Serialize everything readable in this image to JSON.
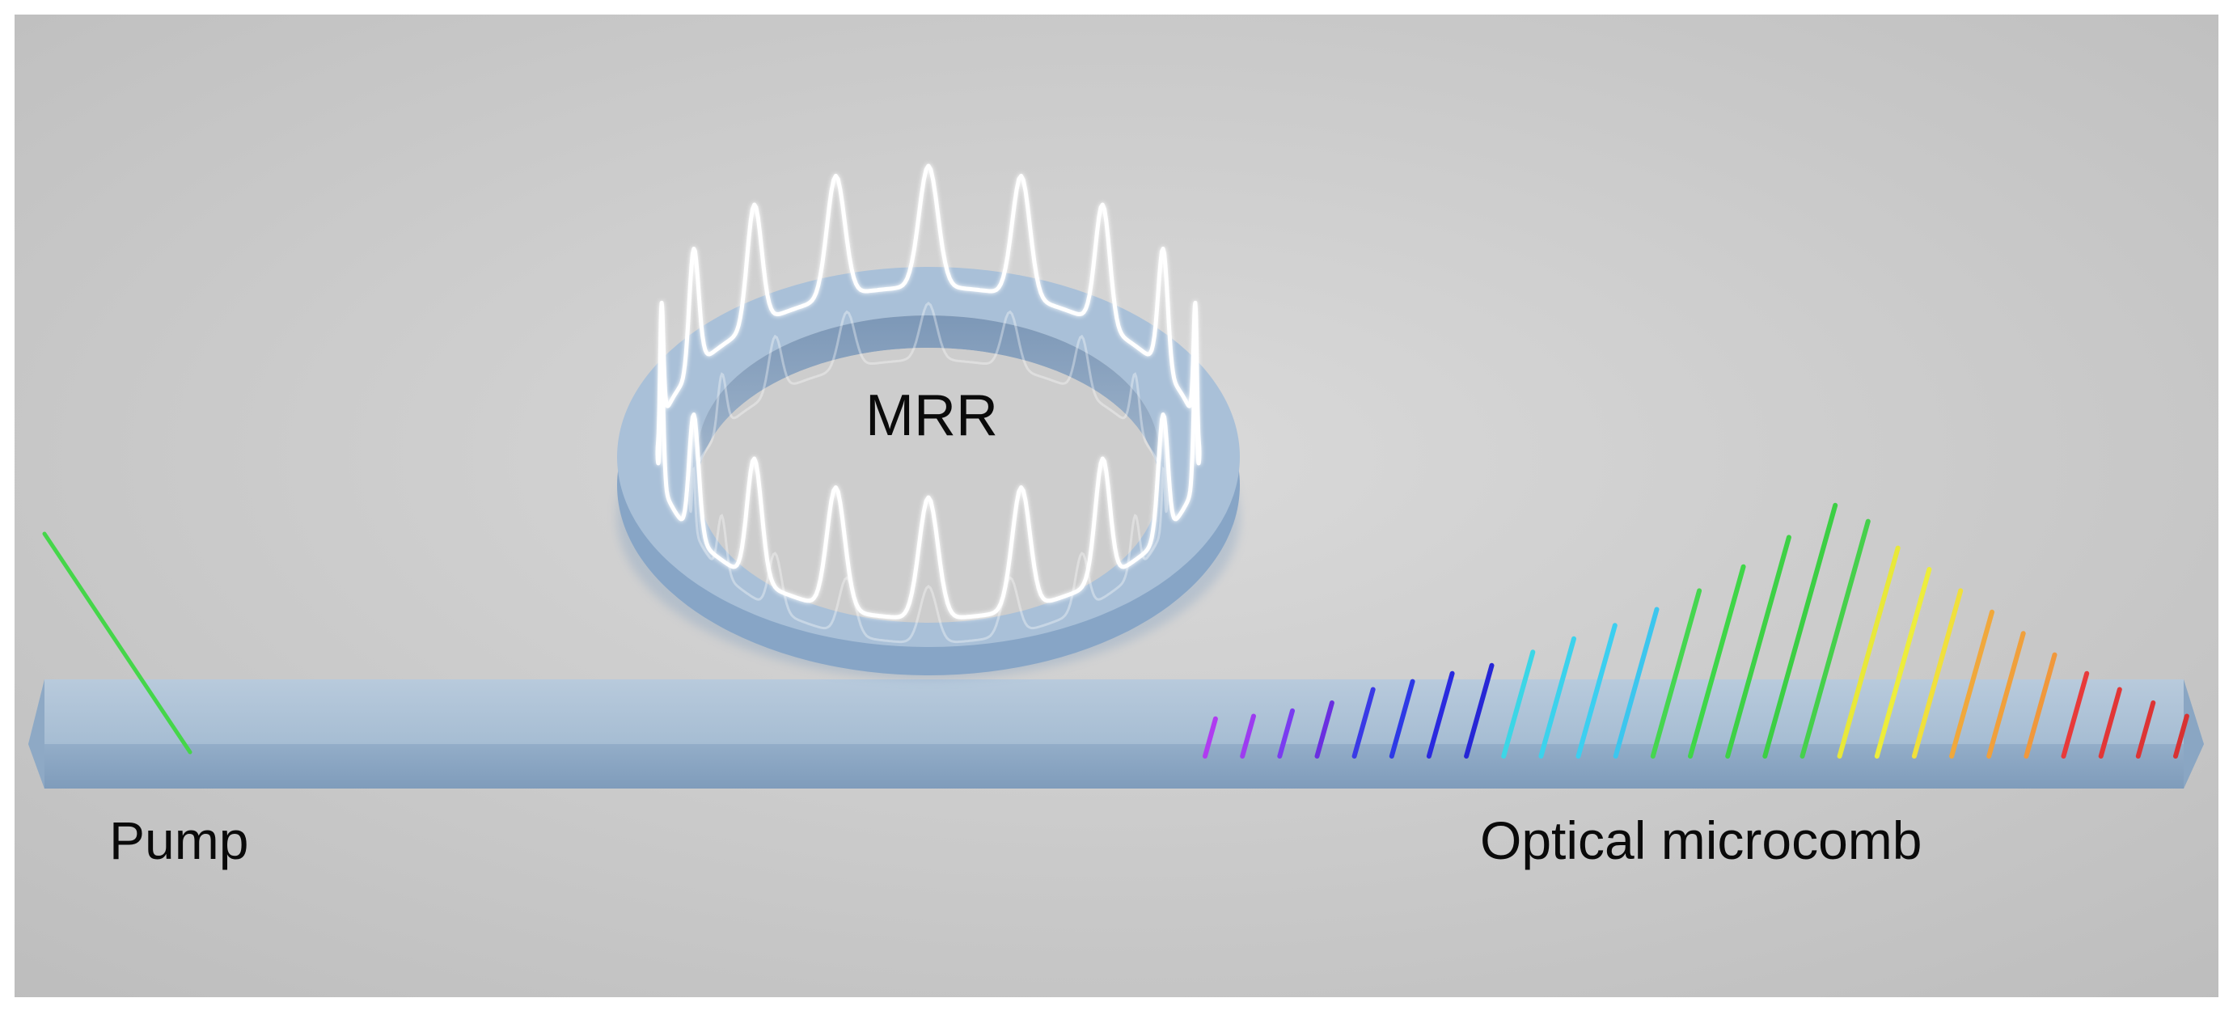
{
  "labels": {
    "ring": "MRR",
    "pump": "Pump",
    "comb": "Optical microcomb"
  },
  "colors": {
    "background": "#c6c6c6",
    "waveguide": "#a9bfd5",
    "pump_line": "#45d64a",
    "soliton": "#ffffff"
  },
  "comb_lines": [
    {
      "color": "#b03cf0",
      "height": 0.14
    },
    {
      "color": "#9d3cf0",
      "height": 0.15
    },
    {
      "color": "#7a3cf0",
      "height": 0.17
    },
    {
      "color": "#6a2fe0",
      "height": 0.2
    },
    {
      "color": "#3a3ae6",
      "height": 0.25
    },
    {
      "color": "#2d3ae6",
      "height": 0.28
    },
    {
      "color": "#2a2adf",
      "height": 0.31
    },
    {
      "color": "#2626d6",
      "height": 0.34
    },
    {
      "color": "#3cd6e6",
      "height": 0.39
    },
    {
      "color": "#3cd2ec",
      "height": 0.44
    },
    {
      "color": "#3ccff0",
      "height": 0.49
    },
    {
      "color": "#3cc6ee",
      "height": 0.55
    },
    {
      "color": "#46d650",
      "height": 0.62
    },
    {
      "color": "#3fd648",
      "height": 0.71
    },
    {
      "color": "#3ed146",
      "height": 0.82
    },
    {
      "color": "#3ccf44",
      "height": 0.94
    },
    {
      "color": "#46d04c",
      "height": 0.88
    },
    {
      "color": "#e8e83a",
      "height": 0.78
    },
    {
      "color": "#eded3c",
      "height": 0.7
    },
    {
      "color": "#f0e03c",
      "height": 0.62
    },
    {
      "color": "#f0a83c",
      "height": 0.54
    },
    {
      "color": "#f0a03c",
      "height": 0.46
    },
    {
      "color": "#f0983c",
      "height": 0.38
    },
    {
      "color": "#e83a3a",
      "height": 0.31
    },
    {
      "color": "#e23636",
      "height": 0.25
    },
    {
      "color": "#dd3434",
      "height": 0.2
    },
    {
      "color": "#d83232",
      "height": 0.15
    }
  ]
}
